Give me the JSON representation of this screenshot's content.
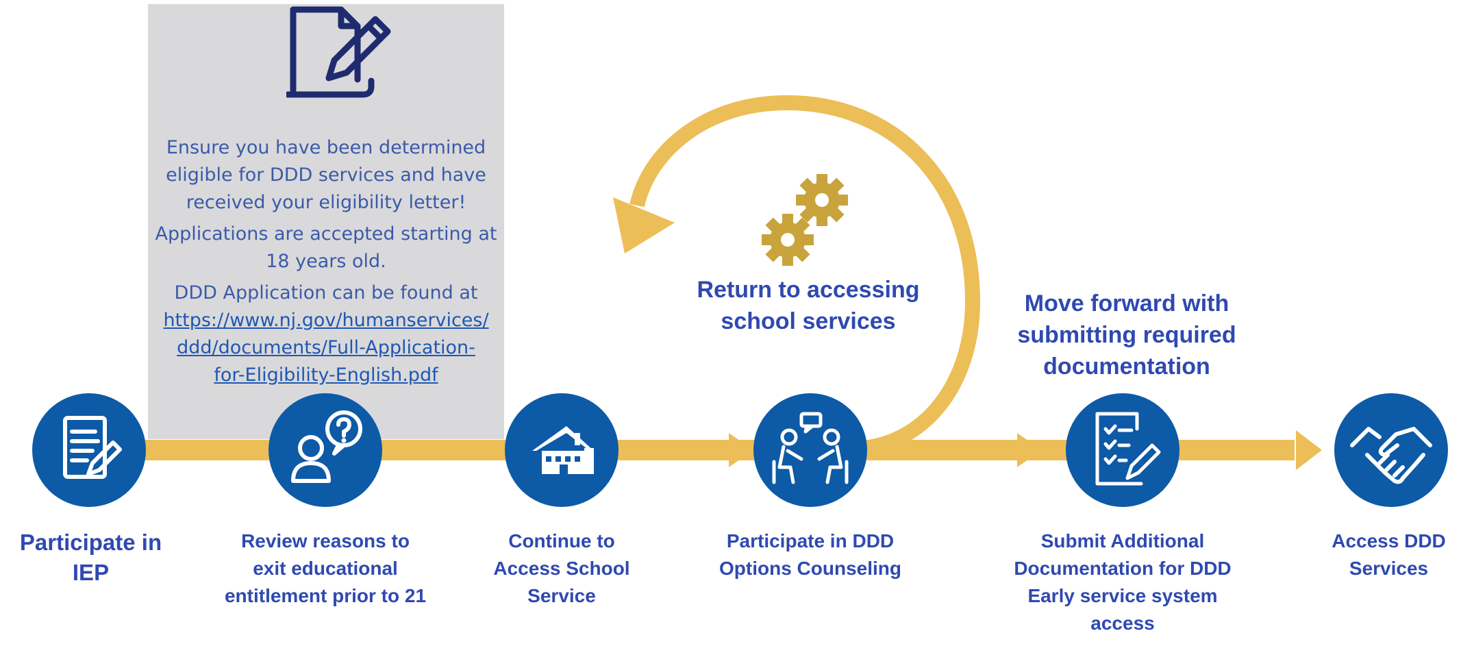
{
  "colors": {
    "primary": "#0d5aa7",
    "accent": "#ecbe57",
    "text": "#2f49b0",
    "panel": "#d9d9db"
  },
  "info_panel": {
    "icon": "document-pen-icon",
    "p1": "Ensure you have been determined eligible for DDD services and have received your eligibility letter!",
    "p2": "Applications are accepted starting at 18 years old.",
    "p3": "DDD Application can be found at",
    "link": "https://www.nj.gov/humanservices/ddd/documents/Full-Application-for-Eligibility-English.pdf"
  },
  "loop": {
    "icon": "gears-icon",
    "label": "Return to accessing school services"
  },
  "forward": {
    "label": "Move forward with submitting required documentation"
  },
  "steps": [
    {
      "icon": "form-pen-icon",
      "label": "Participate in IEP"
    },
    {
      "icon": "person-question-icon",
      "label": "Review reasons to exit educational entitlement prior to 21"
    },
    {
      "icon": "school-house-icon",
      "label": "Continue to Access School Service"
    },
    {
      "icon": "counseling-people-icon",
      "label": "Participate in DDD Options Counseling"
    },
    {
      "icon": "checklist-pen-icon",
      "label": "Submit Additional Documentation for DDD Early service system access"
    },
    {
      "icon": "handshake-icon",
      "label": "Access DDD Services"
    }
  ]
}
